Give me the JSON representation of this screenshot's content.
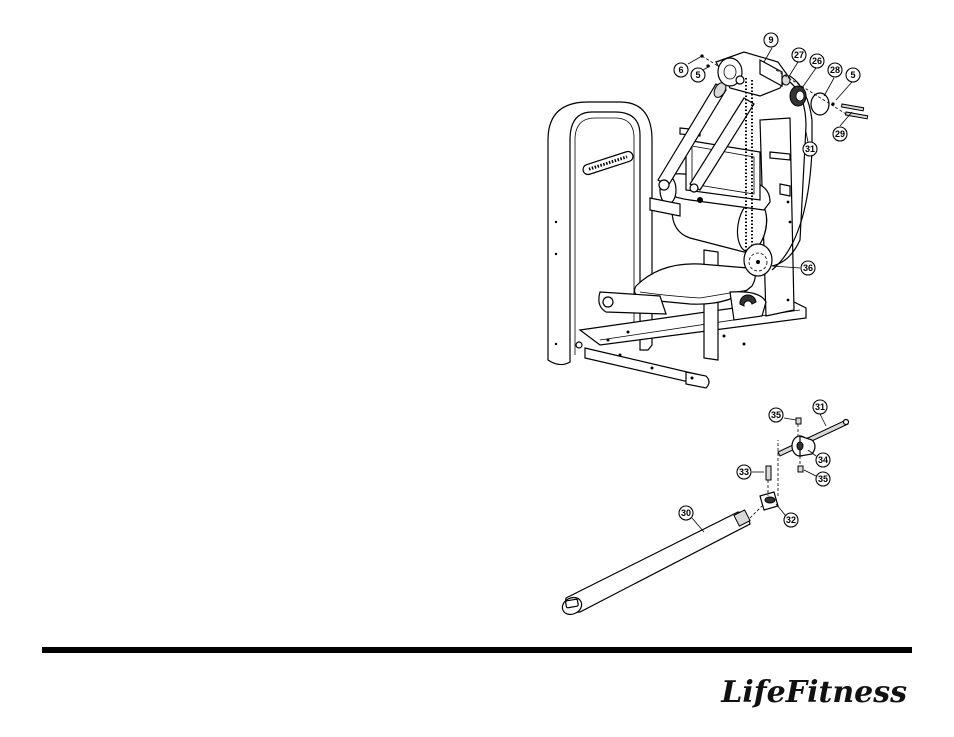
{
  "brand": {
    "logo_text": "LifeFitness",
    "rule_color": "#000000"
  },
  "callouts": {
    "c6": "6",
    "c5a": "5",
    "c9": "9",
    "c27": "27",
    "c26": "26",
    "c28": "28",
    "c5b": "5",
    "c29": "29",
    "c31a": "31",
    "c36": "36",
    "c35a": "35",
    "c31b": "31",
    "c34": "34",
    "c33": "33",
    "c35b": "35",
    "c32": "32",
    "c30": "30"
  }
}
